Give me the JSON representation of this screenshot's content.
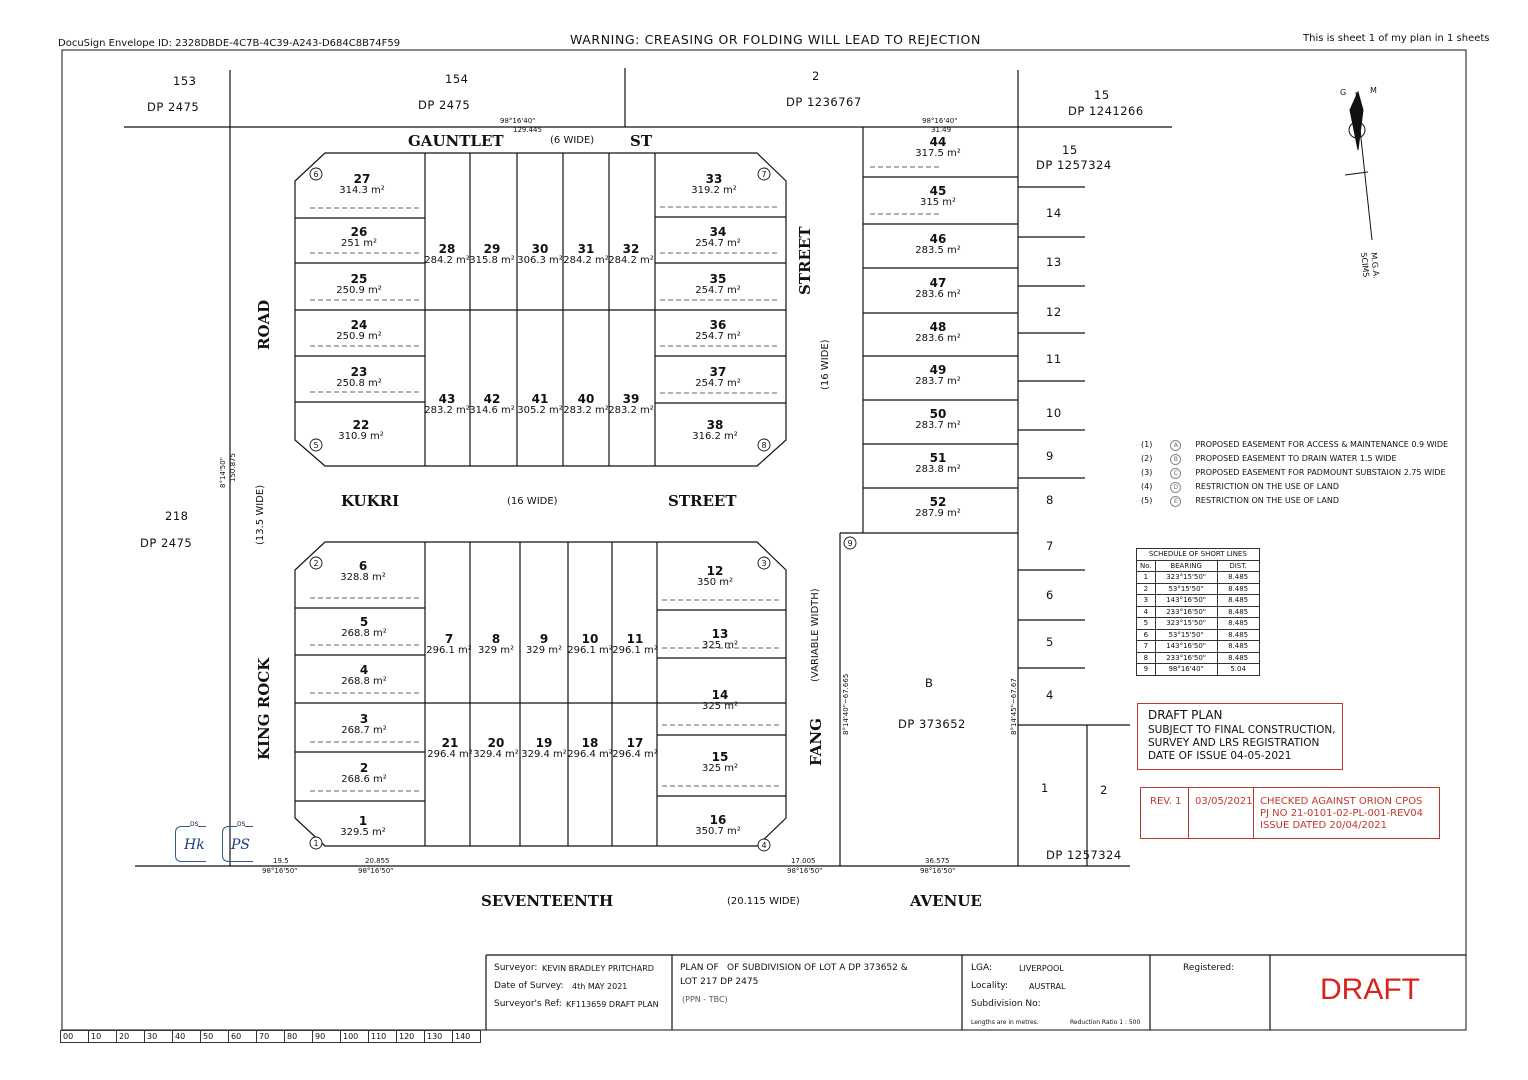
{
  "header": {
    "envelope_id": "DocuSign Envelope ID: 2328DBDE-4C7B-4C39-A243-D684C8B74F59",
    "warning": "WARNING: CREASING OR FOLDING WILL LEAD TO REJECTION",
    "sheet_info": "This is sheet 1 of my plan in 1 sheets"
  },
  "roads": {
    "gauntlet": "GAUNTLET",
    "gauntlet_st": "ST",
    "gauntlet_width": "(6 WIDE)",
    "kukri": "KUKRI",
    "kukri_street": "STREET",
    "kukri_width": "(16 WIDE)",
    "street_vertical": "STREET",
    "street_vertical_width": "(16 WIDE)",
    "king_rock": "KING ROCK",
    "road": "ROAD",
    "king_rock_width": "(13.5 WIDE)",
    "fang": "FANG",
    "fang_width": "(VARIABLE WIDTH)",
    "seventeenth": "SEVENTEENTH",
    "seventeenth_width": "(20.115 WIDE)",
    "avenue": "AVENUE"
  },
  "surrounding": {
    "lot_153": "153",
    "dp_153": "DP 2475",
    "lot_154": "154",
    "dp_154": "DP 2475",
    "lot_2": "2",
    "dp_2": "DP 1236767",
    "lot_15a": "15",
    "dp_15a": "DP 1241266",
    "lot_15b": "15",
    "dp_15b": "DP 1257324",
    "lot_218": "218",
    "dp_218": "DP 2475",
    "lot_B": "B",
    "dp_B": "DP 373652",
    "dp_bottom": "DP 1257324",
    "east_lots": [
      "14",
      "13",
      "12",
      "11",
      "10",
      "9",
      "8",
      "7",
      "6",
      "5",
      "4",
      "1",
      "2"
    ]
  },
  "lots": [
    {
      "no": "27",
      "area": "314.3 m²"
    },
    {
      "no": "26",
      "area": "251 m²"
    },
    {
      "no": "25",
      "area": "250.9 m²"
    },
    {
      "no": "24",
      "area": "250.9 m²"
    },
    {
      "no": "23",
      "area": "250.8 m²"
    },
    {
      "no": "22",
      "area": "310.9 m²"
    },
    {
      "no": "28",
      "area": "284.2 m²"
    },
    {
      "no": "29",
      "area": "315.8 m²"
    },
    {
      "no": "30",
      "area": "306.3 m²"
    },
    {
      "no": "31",
      "area": "284.2 m²"
    },
    {
      "no": "32",
      "area": "284.2 m²"
    },
    {
      "no": "33",
      "area": "319.2 m²"
    },
    {
      "no": "34",
      "area": "254.7 m²"
    },
    {
      "no": "35",
      "area": "254.7 m²"
    },
    {
      "no": "36",
      "area": "254.7 m²"
    },
    {
      "no": "37",
      "area": "254.7 m²"
    },
    {
      "no": "38",
      "area": "316.2 m²"
    },
    {
      "no": "43",
      "area": "283.2 m²"
    },
    {
      "no": "42",
      "area": "314.6 m²"
    },
    {
      "no": "41",
      "area": "305.2 m²"
    },
    {
      "no": "40",
      "area": "283.2 m²"
    },
    {
      "no": "39",
      "area": "283.2 m²"
    },
    {
      "no": "44",
      "area": "317.5 m²"
    },
    {
      "no": "45",
      "area": "315 m²"
    },
    {
      "no": "46",
      "area": "283.5 m²"
    },
    {
      "no": "47",
      "area": "283.6 m²"
    },
    {
      "no": "48",
      "area": "283.6 m²"
    },
    {
      "no": "49",
      "area": "283.7 m²"
    },
    {
      "no": "50",
      "area": "283.7 m²"
    },
    {
      "no": "51",
      "area": "283.8 m²"
    },
    {
      "no": "52",
      "area": "287.9 m²"
    },
    {
      "no": "6",
      "area": "328.8 m²"
    },
    {
      "no": "5",
      "area": "268.8 m²"
    },
    {
      "no": "4",
      "area": "268.8 m²"
    },
    {
      "no": "3",
      "area": "268.7 m²"
    },
    {
      "no": "2",
      "area": "268.6 m²"
    },
    {
      "no": "1",
      "area": "329.5 m²"
    },
    {
      "no": "7",
      "area": "296.1 m²"
    },
    {
      "no": "8",
      "area": "329 m²"
    },
    {
      "no": "9",
      "area": "329 m²"
    },
    {
      "no": "10",
      "area": "296.1 m²"
    },
    {
      "no": "11",
      "area": "296.1 m²"
    },
    {
      "no": "12",
      "area": "350 m²"
    },
    {
      "no": "13",
      "area": "325 m²"
    },
    {
      "no": "14",
      "area": "325 m²"
    },
    {
      "no": "15",
      "area": "325 m²"
    },
    {
      "no": "16",
      "area": "350.7 m²"
    },
    {
      "no": "21",
      "area": "296.4 m²"
    },
    {
      "no": "20",
      "area": "329.4 m²"
    },
    {
      "no": "19",
      "area": "329.4 m²"
    },
    {
      "no": "18",
      "area": "296.4 m²"
    },
    {
      "no": "17",
      "area": "296.4 m²"
    }
  ],
  "dims": {
    "gauntlet_brg": "98°16'40\"",
    "gauntlet_dist": "129.445",
    "north_brg": "98°16'40\"",
    "north_dist": "31.49",
    "west_brg": "8°14'50\"",
    "west_dist": "150.875",
    "fang_west": "8°14'40\"~67.665",
    "fang_east": "8°14'45\"~67.67",
    "bottom_a": "19.5",
    "bottom_b": "98°16'50\"",
    "bottom_c": "20.855",
    "bottom_d": "98°16'50\"",
    "bottom_e": "17.005",
    "bottom_f": "98°16'50\"",
    "bottom_g": "36.575",
    "bottom_h": "98°16'50\""
  },
  "compass": {
    "g": "G",
    "m": "M",
    "label": "M.G.A.",
    "sub": "SCIMS"
  },
  "legend": [
    {
      "num": "(1)",
      "sym": "A",
      "text": "PROPOSED EASEMENT FOR ACCESS & MAINTENANCE 0.9 WIDE"
    },
    {
      "num": "(2)",
      "sym": "B",
      "text": "PROPOSED EASEMENT TO DRAIN WATER 1.5 WIDE"
    },
    {
      "num": "(3)",
      "sym": "C",
      "text": "PROPOSED EASEMENT FOR PADMOUNT SUBSTAION 2.75 WIDE"
    },
    {
      "num": "(4)",
      "sym": "D",
      "text": "RESTRICTION ON THE USE OF LAND"
    },
    {
      "num": "(5)",
      "sym": "E",
      "text": "RESTRICTION ON THE USE OF LAND"
    }
  ],
  "short_lines": {
    "title": "SCHEDULE OF SHORT LINES",
    "headers": [
      "No.",
      "BEARING",
      "DIST."
    ],
    "rows": [
      [
        "1",
        "323°15'50\"",
        "8.485"
      ],
      [
        "2",
        "53°15'50\"",
        "8.485"
      ],
      [
        "3",
        "143°16'50\"",
        "8.485"
      ],
      [
        "4",
        "233°16'50\"",
        "8.485"
      ],
      [
        "5",
        "323°15'50\"",
        "8.485"
      ],
      [
        "6",
        "53°15'50\"",
        "8.485"
      ],
      [
        "7",
        "143°16'50\"",
        "8.485"
      ],
      [
        "8",
        "233°16'50\"",
        "8.485"
      ],
      [
        "9",
        "98°16'40\"",
        "5.04"
      ]
    ]
  },
  "draft_plan": {
    "title": "DRAFT PLAN",
    "l1": "SUBJECT TO FINAL CONSTRUCTION,",
    "l2": "SURVEY AND LRS REGISTRATION",
    "l3": "DATE OF ISSUE 04-05-2021"
  },
  "revision": {
    "rev": "REV. 1",
    "date": "03/05/2021",
    "n1": "CHECKED AGAINST ORION CPOS",
    "n2": "PJ NO 21-0101-02-PL-001-REV04",
    "n3": "ISSUE DATED 20/04/2021"
  },
  "title_block": {
    "surveyor_label": "Surveyor:",
    "surveyor": "KEVIN BRADLEY PRITCHARD",
    "date_label": "Date of Survey:",
    "date": "4th MAY 2021",
    "ref_label": "Surveyor's Ref:",
    "ref": "KF113659 DRAFT PLAN",
    "plan_of_label": "PLAN OF",
    "plan_of": "OF SUBDIVISION OF LOT A DP 373652 &",
    "plan_of_2": "LOT 217 DP 2475",
    "ppn": "(PPN - TBC)",
    "lga_label": "LGA:",
    "lga": "LIVERPOOL",
    "locality_label": "Locality:",
    "locality": "AUSTRAL",
    "subdivision_label": "Subdivision No:",
    "lengths": "Lengths are in metres.",
    "ratio": "Reduction Ratio 1 : 500",
    "registered": "Registered:",
    "draft": "DRAFT"
  },
  "scale_bar": [
    "00",
    "10",
    "20",
    "30",
    "40",
    "50",
    "60",
    "70",
    "80",
    "90",
    "100",
    "110",
    "120",
    "130",
    "140"
  ],
  "signatures": {
    "ds1": "DS",
    "ds2": "DS",
    "init1": "Hk",
    "init2": "PS"
  }
}
